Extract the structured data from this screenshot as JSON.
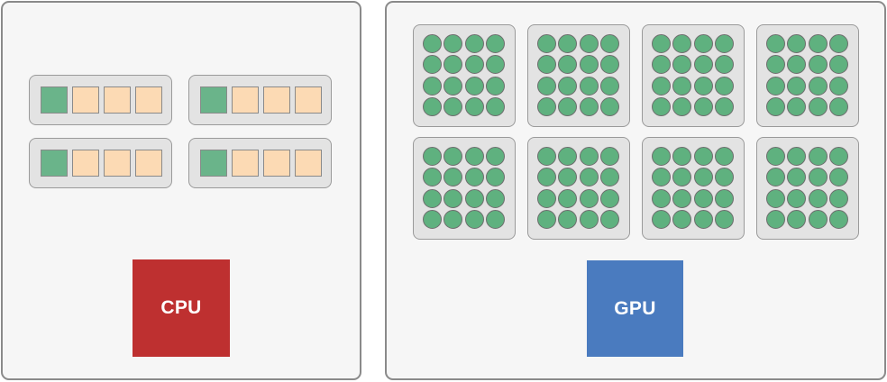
{
  "cpu": {
    "label": "CPU",
    "color": "#be3030",
    "core_groups": 4,
    "cells_per_group": [
      {
        "type": "control",
        "color": "#6ab48a"
      },
      {
        "type": "alu",
        "color": "#fcdab4"
      },
      {
        "type": "alu",
        "color": "#fcdab4"
      },
      {
        "type": "alu",
        "color": "#fcdab4"
      }
    ]
  },
  "gpu": {
    "label": "GPU",
    "color": "#4a7bbf",
    "streaming_multiprocessors": 8,
    "cores_per_sm": 16,
    "core_color": "#5fb17f"
  }
}
